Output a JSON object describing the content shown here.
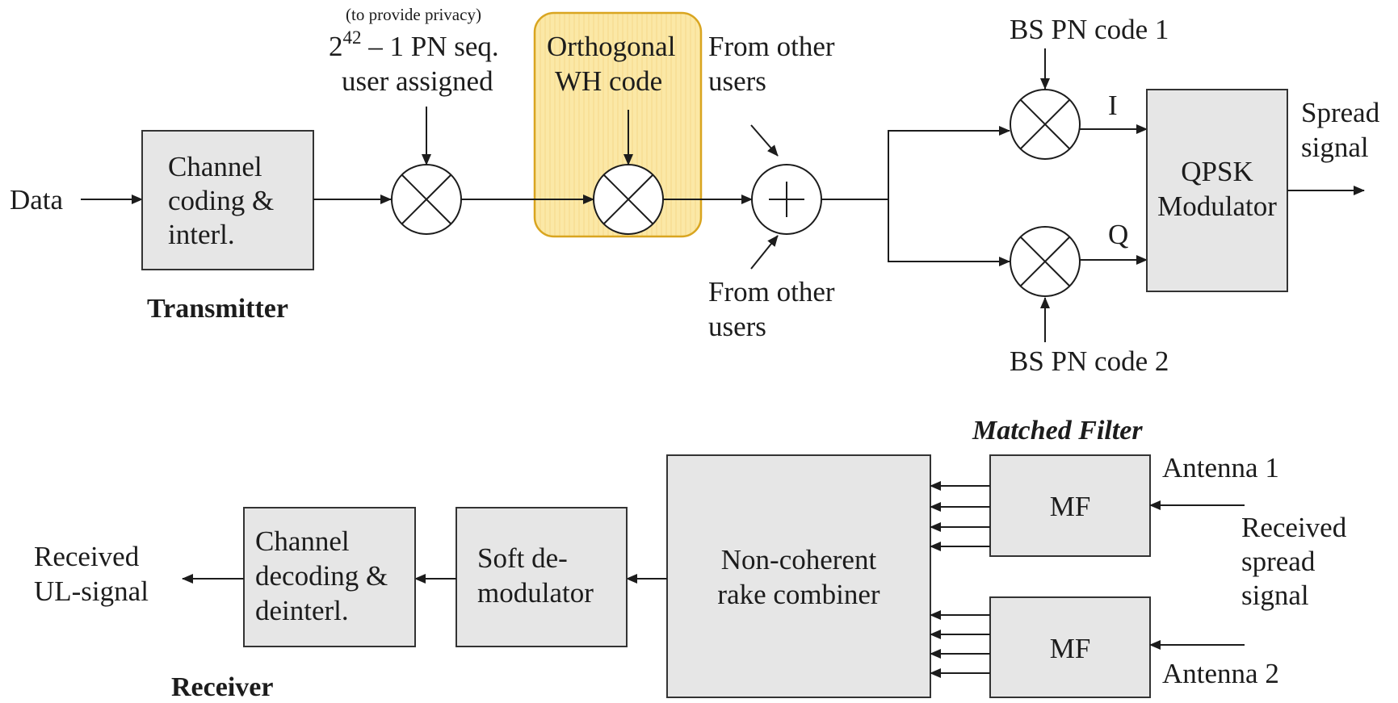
{
  "colors": {
    "highlight_fill": "#fbe8a6",
    "highlight_stroke": "#d9a520",
    "box_fill": "#e6e6e6"
  },
  "transmitter": {
    "section_label": "Transmitter",
    "data_input": "Data",
    "channel_coding_box": [
      "Channel",
      "coding &",
      "interl."
    ],
    "privacy_note": "(to provide privacy)",
    "pn_seq_base": "2",
    "pn_seq_exp": "42",
    "pn_seq_rest": " – 1 PN seq.",
    "pn_seq_line2": "user assigned",
    "wh_code": [
      "Orthogonal",
      "WH code"
    ],
    "other_users_top": [
      "From other",
      "users"
    ],
    "other_users_bottom": [
      "From other",
      "users"
    ],
    "bs_pn_code_1": "BS PN code 1",
    "bs_pn_code_2": "BS PN code 2",
    "i_branch": "I",
    "q_branch": "Q",
    "qpsk_box": [
      "QPSK",
      "Modulator"
    ],
    "output": [
      "Spread",
      "signal"
    ]
  },
  "receiver": {
    "section_label": "Receiver",
    "matched_filter_heading": "Matched Filter",
    "antenna_1": "Antenna 1",
    "antenna_2": "Antenna 2",
    "mf_1": "MF",
    "mf_2": "MF",
    "received_input": [
      "Received",
      "spread",
      "signal"
    ],
    "rake_box": [
      "Non-coherent",
      "rake combiner"
    ],
    "soft_demod_box": [
      "Soft de-",
      "modulator"
    ],
    "channel_decoding_box": [
      "Channel",
      "decoding &",
      "deinterl."
    ],
    "output": [
      "Received",
      "UL-signal"
    ]
  }
}
